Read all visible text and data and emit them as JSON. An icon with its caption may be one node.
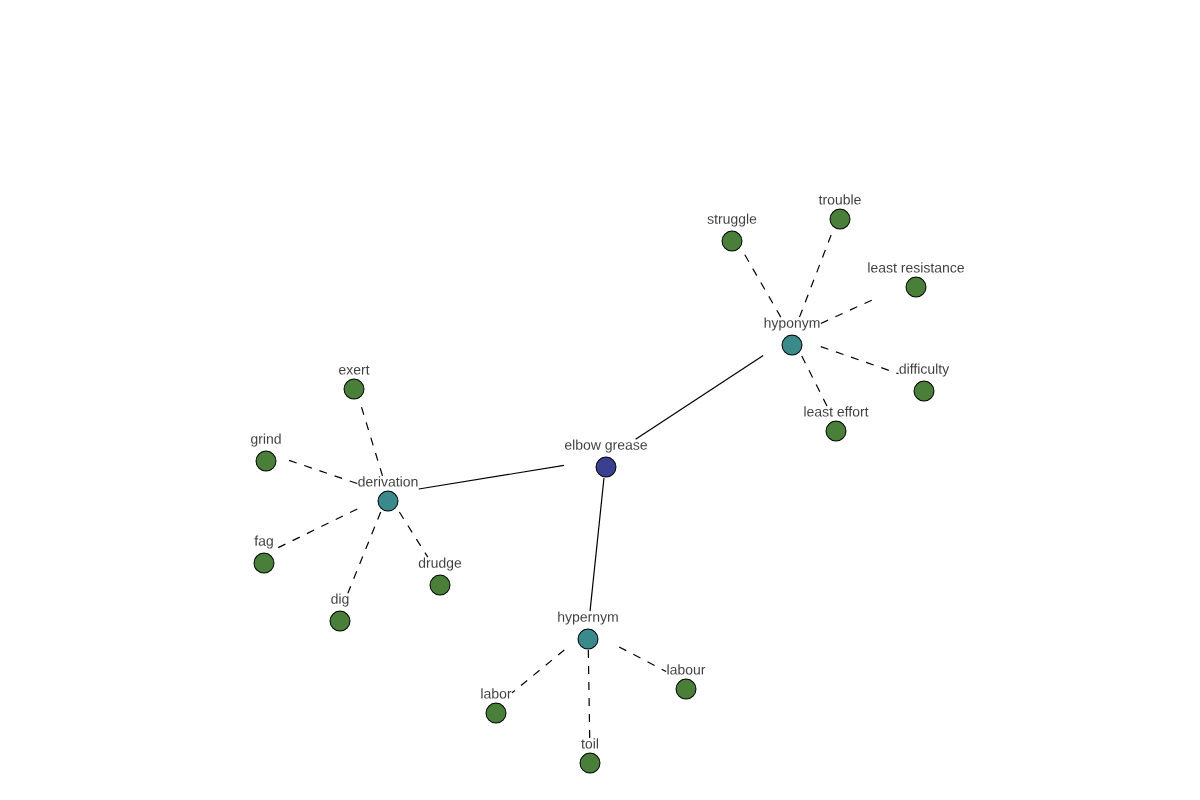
{
  "diagram": {
    "nodes": [
      {
        "text": [
          "elbow grease"
        ]
      },
      {
        "text": [
          "hyponym"
        ]
      },
      {
        "text": [
          "struggle"
        ]
      },
      {
        "text": [
          "trouble"
        ]
      },
      {
        "text": [
          "least resistance"
        ]
      },
      {
        "text": [
          "difficulty"
        ]
      },
      {
        "text": [
          "least effort"
        ]
      },
      {
        "text": [
          "derivation"
        ]
      },
      {
        "text": [
          "exert"
        ]
      },
      {
        "text": [
          "grind"
        ]
      },
      {
        "text": [
          "fag"
        ]
      },
      {
        "text": [
          "dig"
        ]
      },
      {
        "text": [
          "drudge"
        ]
      },
      {
        "text": [
          "hypernym"
        ]
      },
      {
        "text": [
          "labor"
        ]
      },
      {
        "text": [
          "toil"
        ]
      },
      {
        "text": [
          "labour"
        ]
      }
    ],
    "edges": [
      {
        "from": 0,
        "to": 1,
        "arrow": "none"
      },
      {
        "from": 0,
        "to": 7,
        "arrow": "none"
      },
      {
        "from": 0,
        "to": 13,
        "arrow": "none"
      },
      {
        "from": 1,
        "to": 2,
        "arrow": "none",
        "style": "dashed"
      },
      {
        "from": 1,
        "to": 3,
        "arrow": "none",
        "style": "dashed"
      },
      {
        "from": 1,
        "to": 4,
        "arrow": "none",
        "style": "dashed"
      },
      {
        "from": 1,
        "to": 5,
        "arrow": "none",
        "style": "dashed"
      },
      {
        "from": 1,
        "to": 6,
        "arrow": "none",
        "style": "dashed"
      },
      {
        "from": 7,
        "to": 8,
        "arrow": "none",
        "style": "dashed"
      },
      {
        "from": 7,
        "to": 9,
        "arrow": "none",
        "style": "dashed"
      },
      {
        "from": 7,
        "to": 10,
        "arrow": "none",
        "style": "dashed"
      },
      {
        "from": 7,
        "to": 11,
        "arrow": "none",
        "style": "dashed"
      },
      {
        "from": 7,
        "to": 12,
        "arrow": "none",
        "style": "dashed"
      },
      {
        "from": 13,
        "to": 14,
        "arrow": "none",
        "style": "dashed"
      },
      {
        "from": 13,
        "to": 15,
        "arrow": "none",
        "style": "dashed"
      },
      {
        "from": 13,
        "to": 16,
        "arrow": "none",
        "style": "dashed"
      }
    ]
  }
}
